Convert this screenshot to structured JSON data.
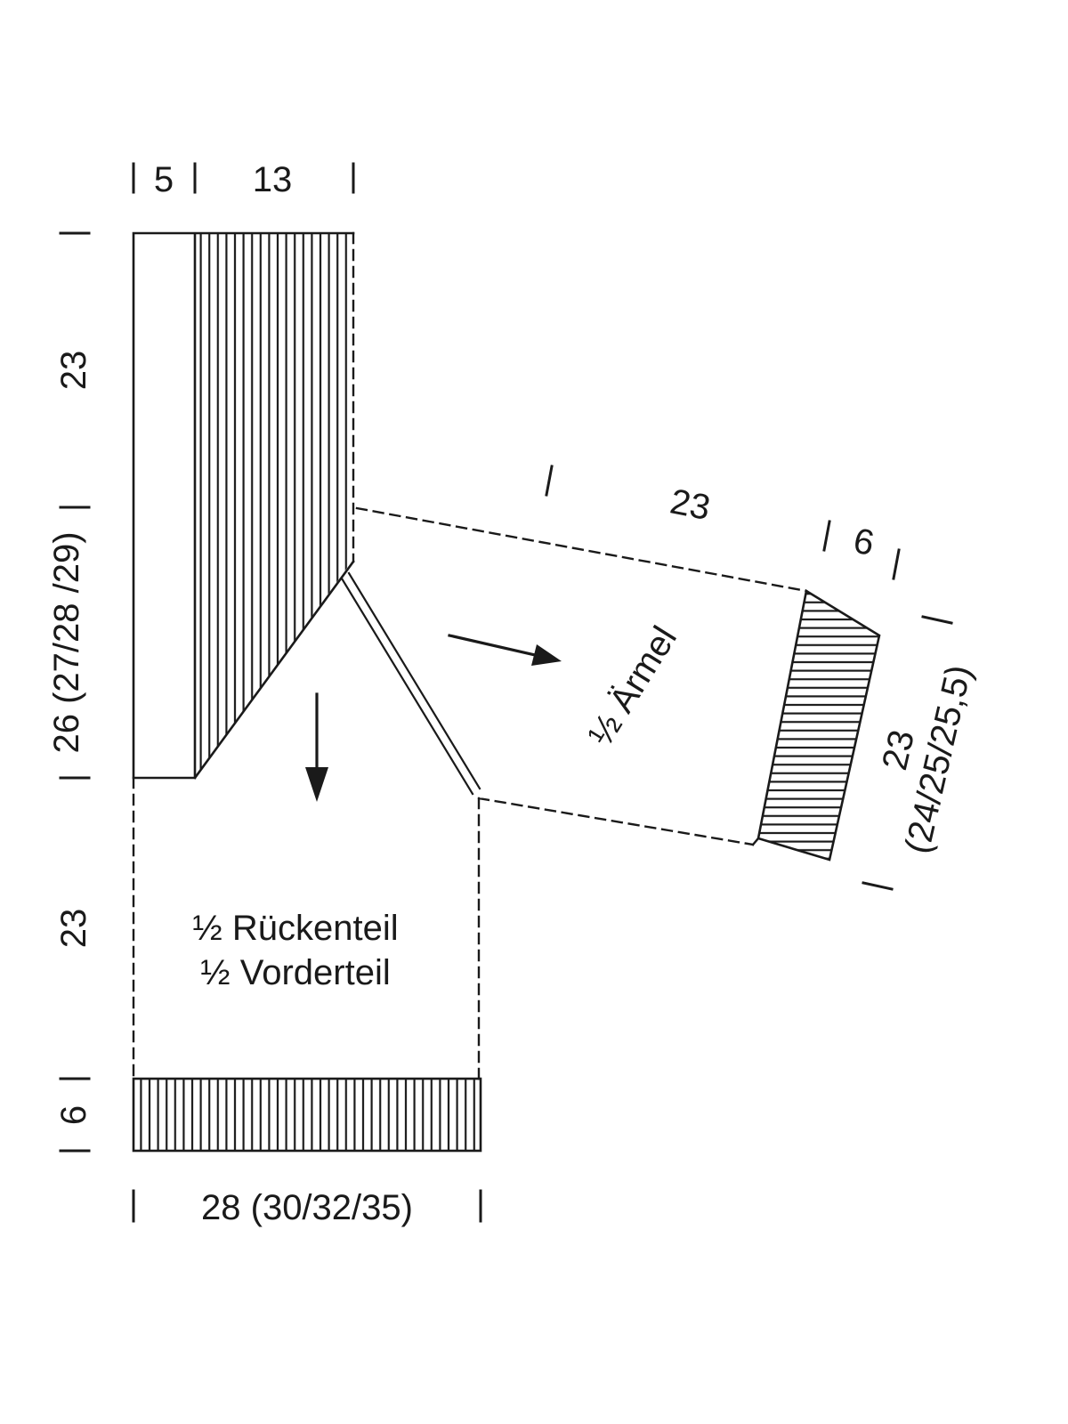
{
  "diagram": {
    "background": "#ffffff",
    "line_color": "#1a1a1a",
    "measurements": {
      "top_shoulder": "5",
      "top_neck": "13",
      "left_upper": "23",
      "left_armhole": "26 (27/28 /29)",
      "left_lower": "23",
      "left_hem": "6",
      "bottom_width": "28 (30/32/35)",
      "sleeve_length": "23",
      "sleeve_cuff_width": "6",
      "cuff_length_line1": "23",
      "cuff_length_line2": "(24/25/25,5)"
    },
    "labels": {
      "body_line1": "½ Rückenteil",
      "body_line2": "½ Vorderteil",
      "sleeve": "½ Ärmel"
    }
  }
}
